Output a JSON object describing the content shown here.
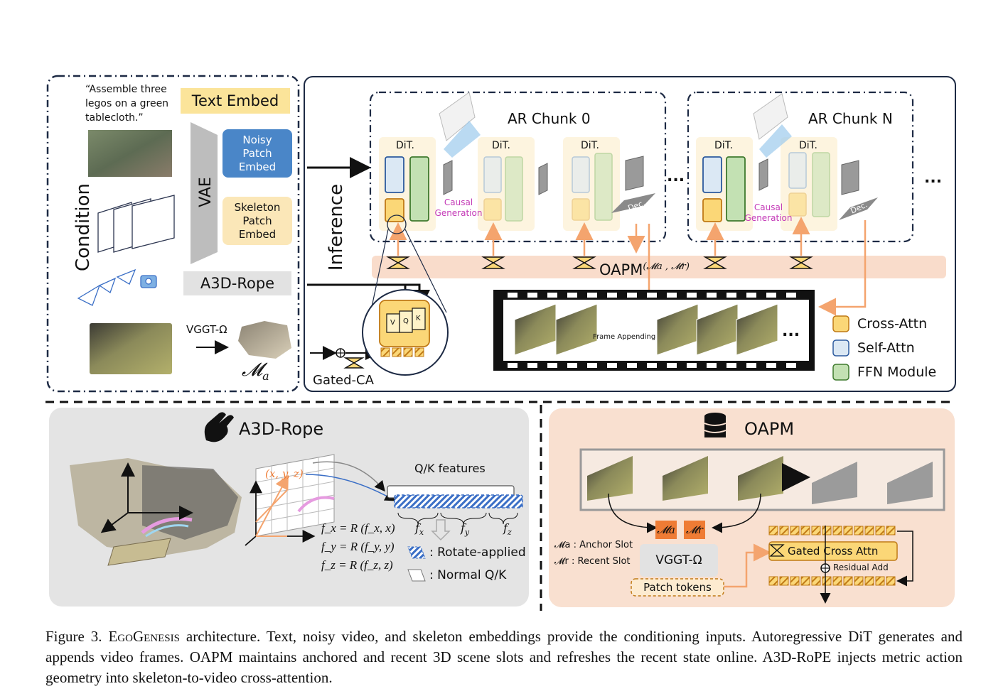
{
  "condition": {
    "label": "Condition",
    "prompt_text": "“Assemble three legos on a green tablecloth.”",
    "text_embed": "Text Embed",
    "noisy_patch_embed": "Noisy Patch Embed",
    "skeleton_patch_embed": "Skeleton Patch Embed",
    "vae": "VAE",
    "a3d_rope": "A3D-Rope",
    "vggt": "VGGT-Ω",
    "anchor_symbol": "𝓜",
    "anchor_sub": "a"
  },
  "inference": {
    "label": "Inference",
    "chunk0": "AR Chunk 0",
    "chunkN": "AR Chunk N",
    "dit": "DiT.",
    "causal_generation": "Causal Generation",
    "dec": "Dec.",
    "oapm": "OAPM",
    "oapm_args": "(𝓜a , 𝓜r)",
    "frame_appending": "Frame Appending",
    "gated_ca": "Gated-CA",
    "ellipsis": "...",
    "v": "V",
    "q": "Q",
    "k": "K"
  },
  "legend": {
    "cross_attn": "Cross-Attn",
    "self_attn": "Self-Attn",
    "ffn": "FFN Module"
  },
  "a3d_panel": {
    "title": "A3D-Rope",
    "point": "(x, y, z)",
    "qk_features": "Q/K features",
    "fx": "f",
    "eq1": "f_x = R (f_x, x)",
    "eq2": "f_y = R (f_y, y)",
    "eq3": "f_z = R (f_z, z)",
    "rotate_applied": ": Rotate-applied",
    "normal_qk": ": Normal Q/K"
  },
  "oapm_panel": {
    "title": "OAPM",
    "ma": "𝓜a",
    "mr": "𝓜r",
    "anchor_slot": "𝓜a : Anchor Slot",
    "recent_slot": "𝓜r : Recent Slot",
    "vggt": "VGGT-Ω",
    "patch_tokens": "Patch tokens",
    "gated_cross_attn": "Gated Cross Attn",
    "residual_add": "Residual Add"
  },
  "caption": {
    "prefix": "Figure 3.",
    "name": "EgoGenesis",
    "text": " architecture. Text, noisy video, and skeleton embeddings provide the conditioning inputs. Autoregressive DiT generates and appends video frames. OAPM maintains anchored and recent 3D scene slots and refreshes the recent state online. A3D-RoPE injects metric action geometry into skeleton-to-video cross-attention."
  },
  "colors": {
    "cross_attn": "#fbd777",
    "self_attn": "#dbe8f4",
    "ffn": "#c3e1b3",
    "noisy": "#4a86c8",
    "text_embed": "#fbe49a",
    "skeleton": "#fbe7b8",
    "oapm_bar": "#f9dccb",
    "orange": "#f4a46e",
    "panel_gray": "#e4e4e4",
    "panel_peach": "#f9e0d0",
    "orange_box": "#ef7c35"
  }
}
